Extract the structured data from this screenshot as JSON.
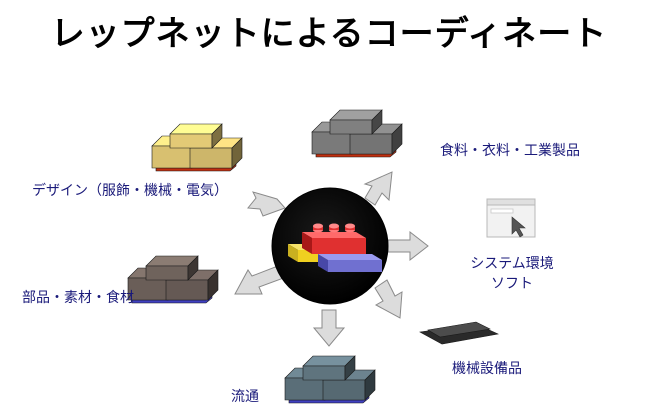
{
  "title": "レップネットによるコーディネート",
  "nodes": [
    {
      "id": "design",
      "label": "デザイン（服飾・機械・電気）",
      "brick_color": "#d8c070"
    },
    {
      "id": "industrial",
      "label": "食料・衣料・工業製品",
      "brick_color": "#7a7a7a"
    },
    {
      "id": "system",
      "label": [
        "システム環境",
        "ソフト"
      ],
      "icon": "window-cursor-icon"
    },
    {
      "id": "equipment",
      "label": "機械設備品",
      "brick_color": "#2a2a2a"
    },
    {
      "id": "distribution",
      "label": "流通",
      "brick_color": "#5a6e78"
    },
    {
      "id": "parts",
      "label": "部品・素材・食材",
      "brick_color": "#6a5e58"
    }
  ],
  "center": {
    "icon": "lego-hub-icon",
    "colors": [
      "#e03030",
      "#f0d020",
      "#7070d0"
    ]
  },
  "colors": {
    "label": "#1a1a7a",
    "arrow": "#dcdcdc",
    "arrow_stroke": "#8a8a8a"
  }
}
